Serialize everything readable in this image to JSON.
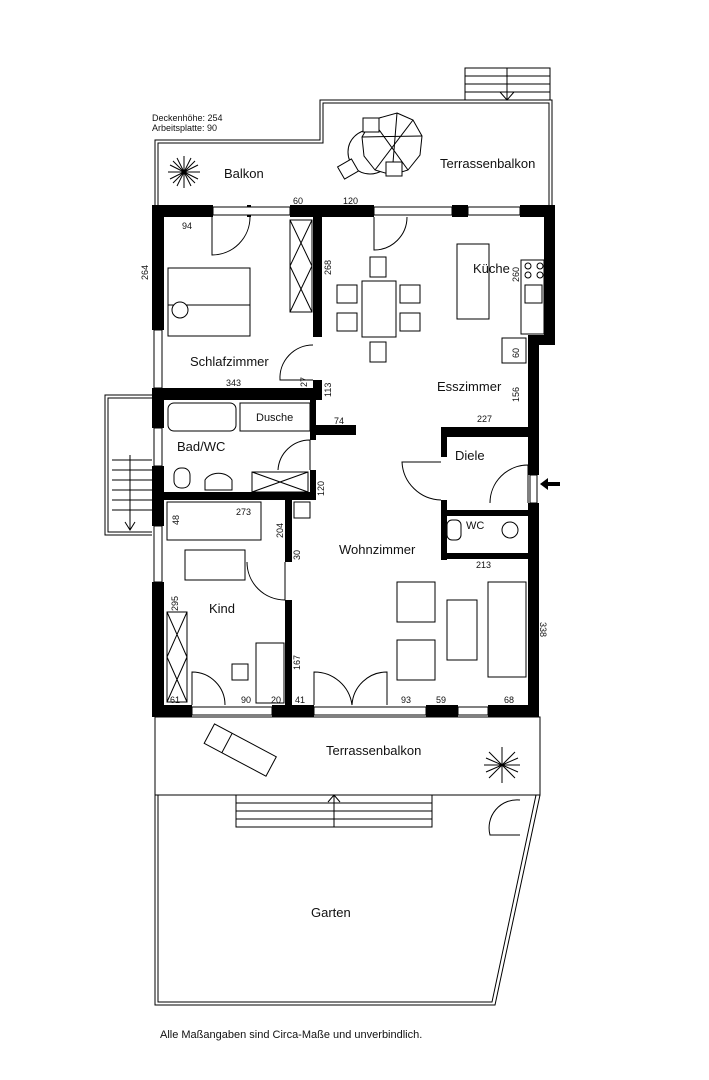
{
  "notes": {
    "ceiling_height": "Deckenhöhe: 254",
    "countertop": "Arbeitsplatte: 90"
  },
  "rooms": {
    "balkon": "Balkon",
    "terrassenbalkon_top": "Terrassenbalkon",
    "kueche": "Küche",
    "schlafzimmer": "Schlafzimmer",
    "esszimmer": "Esszimmer",
    "dusche": "Dusche",
    "bad": "Bad/WC",
    "diele": "Diele",
    "wc": "WC",
    "wohnzimmer": "Wohnzimmer",
    "kind": "Kind",
    "terrassenbalkon_bottom": "Terrassenbalkon",
    "garten": "Garten"
  },
  "dimensions": {
    "d60_top": "60",
    "d120_top": "120",
    "d94": "94",
    "d264": "264",
    "d268": "268",
    "d260": "260",
    "d60_kitchen": "60",
    "d343": "343",
    "d27": "27",
    "d113": "113",
    "d156": "156",
    "d74": "74",
    "d227": "227",
    "d120_bath": "120",
    "d48": "48",
    "d273": "273",
    "d204": "204",
    "d30": "30",
    "d213": "213",
    "d295": "295",
    "d338": "338",
    "d167": "167",
    "d61": "61",
    "d90": "90",
    "d20": "20",
    "d41": "41",
    "d93": "93",
    "d59": "59",
    "d68": "68"
  },
  "footer": "Alle Maßangaben sind Circa-Maße und unverbindlich."
}
